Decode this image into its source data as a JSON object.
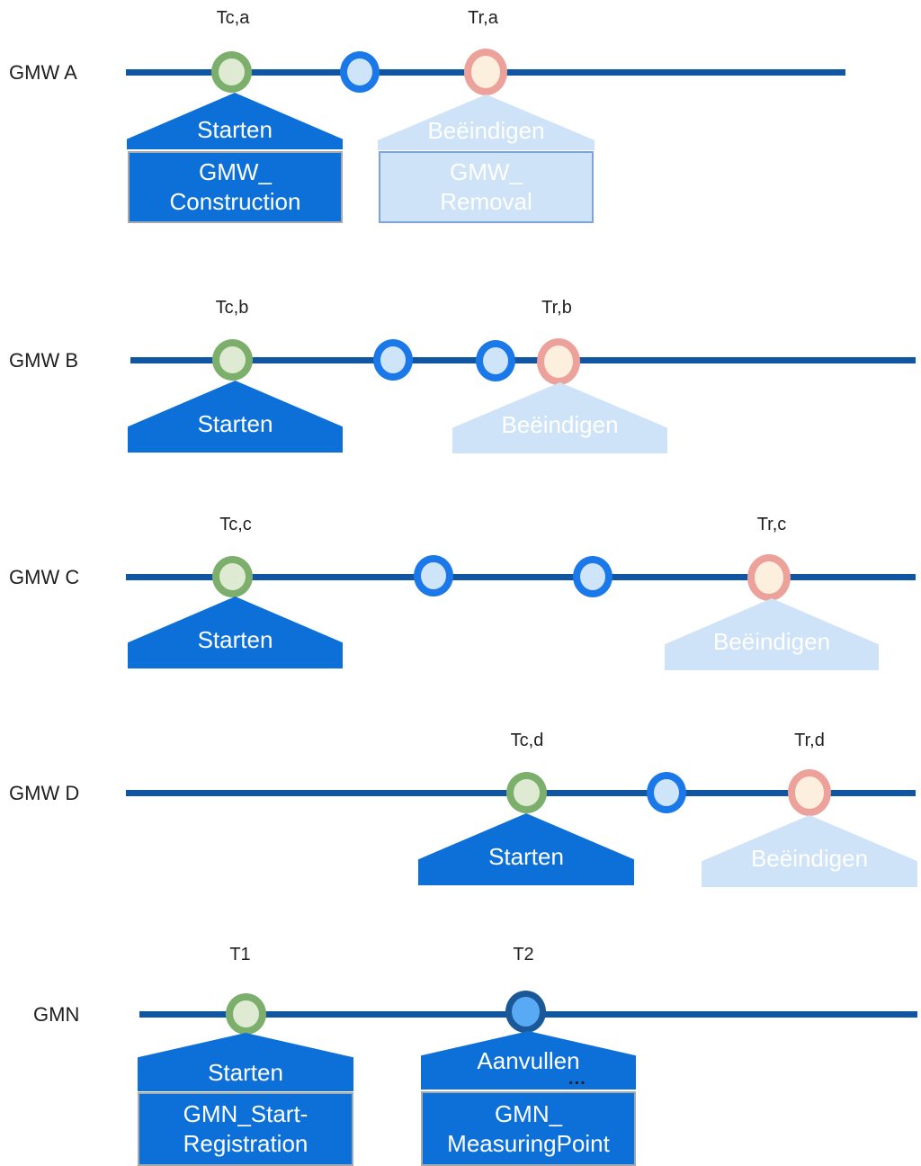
{
  "colors": {
    "timeline": "#1056A3",
    "callout_dark": "#0D70D9",
    "callout_light": "#CEE2F8",
    "box_border_dark": "#A3A9B0",
    "box_border_light": "#7FA3D4",
    "event_green_border": "#7CAE6C",
    "event_green_fill": "#DEEBD2",
    "event_blue_border": "#1A78E8",
    "event_blue_fill": "#CEE4F9",
    "event_orange_border": "#ECA19B",
    "event_orange_fill": "#FCEFDE",
    "event_navy_border": "#1A5897",
    "event_navy_fill": "#58AAF5",
    "text_dark": "#1F1F1F",
    "text_light": "#FFFFFF"
  },
  "rows": [
    {
      "label": "GMW A",
      "t_start": "Tc,a",
      "t_end": "Tr,a",
      "events": [
        "green",
        "blue",
        "orange"
      ],
      "start_callout": {
        "title": "Starten",
        "box_line1": "GMW_",
        "box_line2": "Construction"
      },
      "end_callout": {
        "title": "Beëindigen",
        "box_line1": "GMW_",
        "box_line2": "Removal"
      }
    },
    {
      "label": "GMW B",
      "t_start": "Tc,b",
      "t_end": "Tr,b",
      "events": [
        "green",
        "blue",
        "blue",
        "orange"
      ],
      "start_callout": {
        "title": "Starten"
      },
      "end_callout": {
        "title": "Beëindigen"
      }
    },
    {
      "label": "GMW C",
      "t_start": "Tc,c",
      "t_end": "Tr,c",
      "events": [
        "green",
        "blue",
        "blue",
        "orange"
      ],
      "start_callout": {
        "title": "Starten"
      },
      "end_callout": {
        "title": "Beëindigen"
      }
    },
    {
      "label": "GMW D",
      "t_start": "Tc,d",
      "t_end": "Tr,d",
      "events": [
        "green",
        "blue",
        "orange"
      ],
      "start_callout": {
        "title": "Starten"
      },
      "end_callout": {
        "title": "Beëindigen"
      }
    },
    {
      "label": "GMN",
      "t_start": "T1",
      "t_end": "T2",
      "events": [
        "green",
        "navy"
      ],
      "start_callout": {
        "title": "Starten",
        "box_line1": "GMN_Start-",
        "box_line2": "Registration"
      },
      "end_callout": {
        "title": "Aanvullen",
        "ellipsis": "...",
        "box_line1": "GMN_",
        "box_line2": "MeasuringPoint"
      }
    }
  ]
}
